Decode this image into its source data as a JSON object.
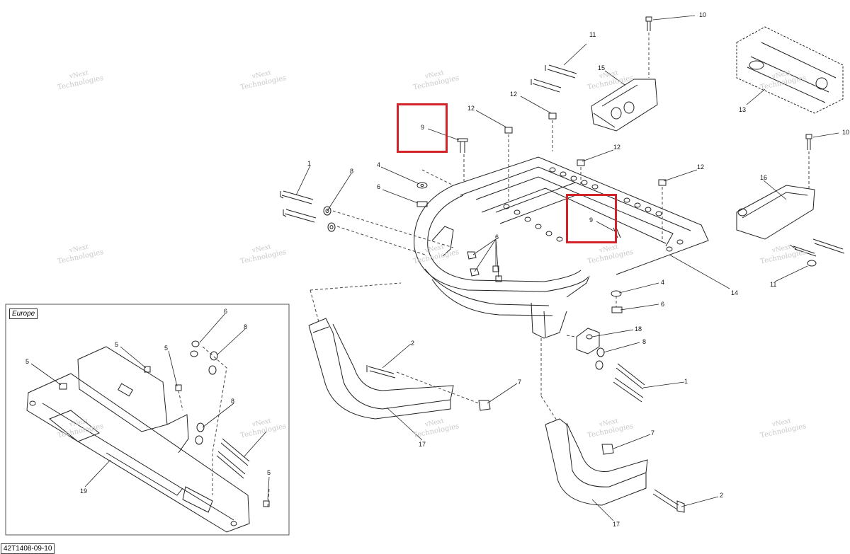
{
  "diagram": {
    "drawing_id": "42T1408-09-10",
    "inset_label": "Europe",
    "watermark": {
      "line1": "vNext",
      "line2": "Technologies"
    },
    "highlight_color": "#d2232a",
    "callouts": {
      "c1a": "1",
      "c1b": "1",
      "c2a": "2",
      "c2b": "2",
      "c4a": "4",
      "c4b": "4",
      "c5a": "5",
      "c5b": "5",
      "c5c": "5",
      "c5d": "5",
      "c6a": "6",
      "c6b": "6",
      "c6c": "6",
      "c6d": "6",
      "c7a": "7",
      "c7b": "7",
      "c8a": "8",
      "c8b": "8",
      "c8c": "8",
      "c8d": "8",
      "c9a": "9",
      "c9b": "9",
      "c10a": "10",
      "c10b": "10",
      "c11a": "11",
      "c11b": "11",
      "c12a": "12",
      "c12b": "12",
      "c12c": "12",
      "c12d": "12",
      "c13": "13",
      "c14": "14",
      "c15": "15",
      "c16": "16",
      "c17a": "17",
      "c17b": "17",
      "c18": "18",
      "c19": "19"
    }
  }
}
